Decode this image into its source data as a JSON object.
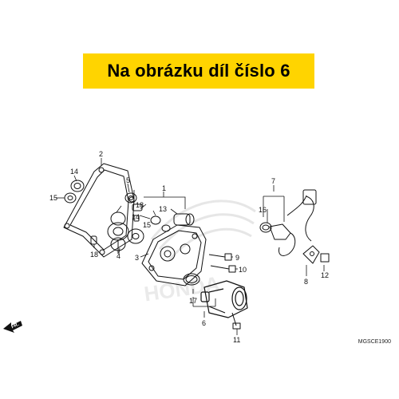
{
  "banner": {
    "text": "Na obrázku díl číslo 6",
    "bg_color": "#ffd400"
  },
  "diagram": {
    "callouts": [
      "1",
      "2",
      "3",
      "4",
      "5",
      "6",
      "7",
      "8",
      "9",
      "10",
      "11",
      "12",
      "13",
      "14",
      "14",
      "15",
      "15",
      "16",
      "17",
      "18",
      "18"
    ],
    "direction_label": "FR.",
    "drawing_code": "MGSCE1900",
    "watermark_text": "HONDA"
  }
}
